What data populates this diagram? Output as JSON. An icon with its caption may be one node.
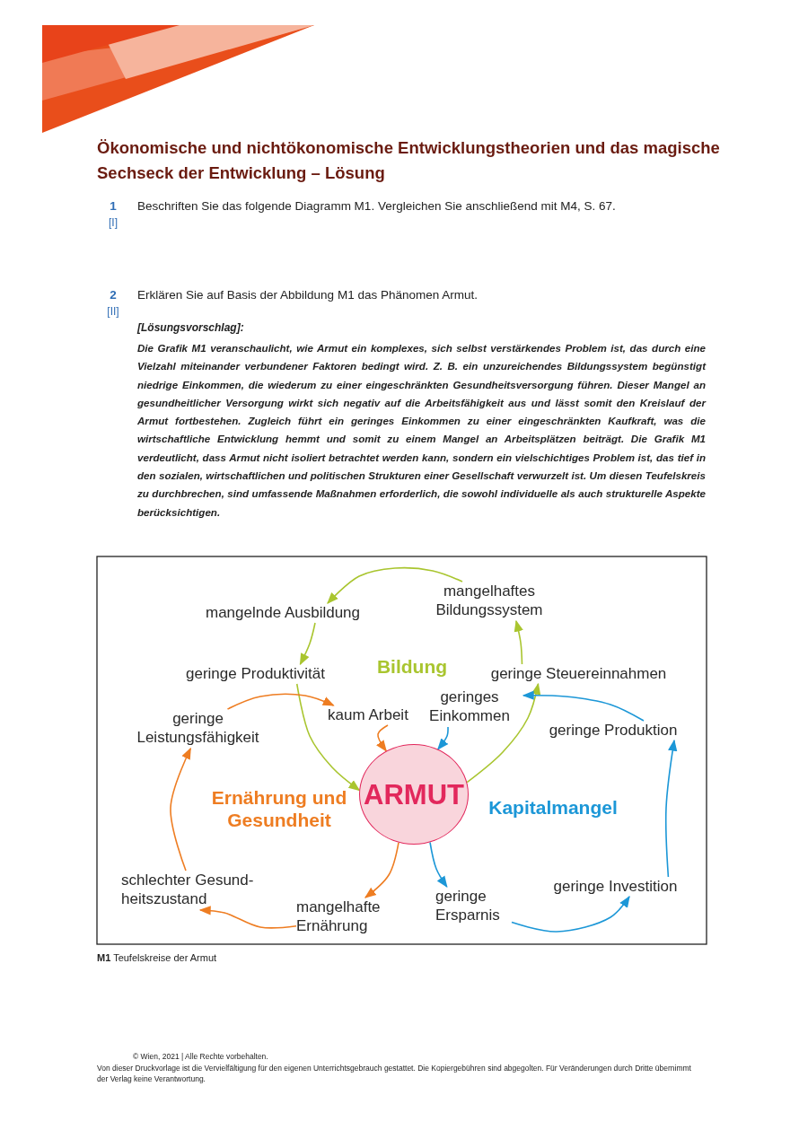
{
  "diagram": {
    "title": "Ökonomische und nichtökonomische Entwicklungstheorien und das magische Sechseck der Entwicklung – Lösung",
    "caption": "**M1** Teufelskreise der Armut",
    "nodes": [
      {
        "text": [
          "mangelhaftes Bildungssystem"
        ]
      },
      {
        "text": [
          "mangelnde Ausbildung"
        ]
      },
      {
        "text": [
          "geringe Produktivität"
        ]
      },
      {
        "text": [
          "geringe Steuereinnahmen"
        ]
      },
      {
        "text": [
          "geringes Einkommen"
        ]
      },
      {
        "text": [
          "kaum Arbeit"
        ]
      },
      {
        "text": [
          "geringe Leistungsfähigkeit"
        ]
      },
      {
        "text": [
          "geringe Produktion"
        ]
      },
      {
        "text": [
          "ARMUT"
        ]
      },
      {
        "text": [
          "schlechter Gesund- heitszustand"
        ]
      },
      {
        "text": [
          "mangelhafte Ernährung"
        ]
      },
      {
        "text": [
          "geringe Ersparnis"
        ]
      },
      {
        "text": [
          "geringe Investition"
        ]
      }
    ],
    "edges": [
      {
        "from": 8,
        "to": 3,
        "arrow": "to",
        "color": "#a9c52f"
      },
      {
        "from": 3,
        "to": 0,
        "arrow": "to",
        "color": "#a9c52f"
      },
      {
        "from": 0,
        "to": 1,
        "arrow": "to",
        "color": "#a9c52f"
      },
      {
        "from": 1,
        "to": 2,
        "arrow": "to",
        "color": "#a9c52f"
      },
      {
        "from": 2,
        "to": 8,
        "arrow": "to",
        "color": "#a9c52f"
      },
      {
        "from": 8,
        "to": 10,
        "arrow": "to",
        "color": "#ee7d22"
      },
      {
        "from": 10,
        "to": 9,
        "arrow": "to",
        "color": "#ee7d22"
      },
      {
        "from": 9,
        "to": 6,
        "arrow": "to",
        "color": "#ee7d22"
      },
      {
        "from": 6,
        "to": 5,
        "arrow": "to",
        "color": "#ee7d22"
      },
      {
        "from": 5,
        "to": 8,
        "arrow": "to",
        "color": "#ee7d22"
      },
      {
        "from": 8,
        "to": 11,
        "arrow": "to",
        "color": "#1c97d7"
      },
      {
        "from": 11,
        "to": 12,
        "arrow": "to",
        "color": "#1c97d7"
      },
      {
        "from": 12,
        "to": 7,
        "arrow": "to",
        "color": "#1c97d7"
      },
      {
        "from": 7,
        "to": 4,
        "arrow": "to",
        "color": "#1c97d7"
      },
      {
        "from": 4,
        "to": 8,
        "arrow": "to",
        "color": "#1c97d7"
      }
    ],
    "labels": [
      "1",
      "[I]",
      "Beschriften Sie das folgende Diagramm M1. Vergleichen Sie anschließend mit M4, S. 67.",
      "2",
      "[II]",
      "Erklären Sie auf Basis der Abbildung M1 das Phänomen Armut.",
      "[Lösungsvorschlag]:",
      "Die Grafik M1 veranschaulicht, wie Armut ein komplexes, sich selbst verstärkendes Problem ist, das durch eine Vielzahl miteinander verbundener Faktoren bedingt wird. Z. B. ein unzureichendes Bildungssystem begünstigt niedrige Einkommen, die wiederum zu einer eingeschränkten Gesundheitsversorgung führen. Dieser Mangel an gesundheitlicher Versorgung wirkt sich negativ auf die Arbeitsfähigkeit aus und lässt somit den Kreislauf der Armut fortbestehen. Zugleich führt ein geringes Einkommen zu einer eingeschränkten Kaufkraft, was die wirtschaftliche Entwicklung hemmt und somit zu einem Mangel an Arbeitsplätzen beiträgt. Die Grafik M1 verdeutlicht, dass Armut nicht isoliert betrachtet werden kann, sondern ein vielschichtiges Problem ist, das tief in den sozialen, wirtschaftlichen und politischen Strukturen einer Gesellschaft verwurzelt ist. Um diesen Teufelskreis zu durchbrechen, sind umfassende Maßnahmen erforderlich, die sowohl individuelle als auch strukturelle Aspekte berücksichtigen.",
      "Bildung",
      "Ernährung und Gesundheit",
      "Kapitalmangel",
      "© Wien, 2021 | Alle Rechte vorbehalten.",
      "Von dieser Druckvorlage ist die Vervielfältigung für den eigenen Unterrichtsgebrauch gestattet. Die Kopiergebühren sind abgegolten. Für Veränderungen durch Dritte übernimmt der Verlag keine Verantwortung."
    ]
  }
}
